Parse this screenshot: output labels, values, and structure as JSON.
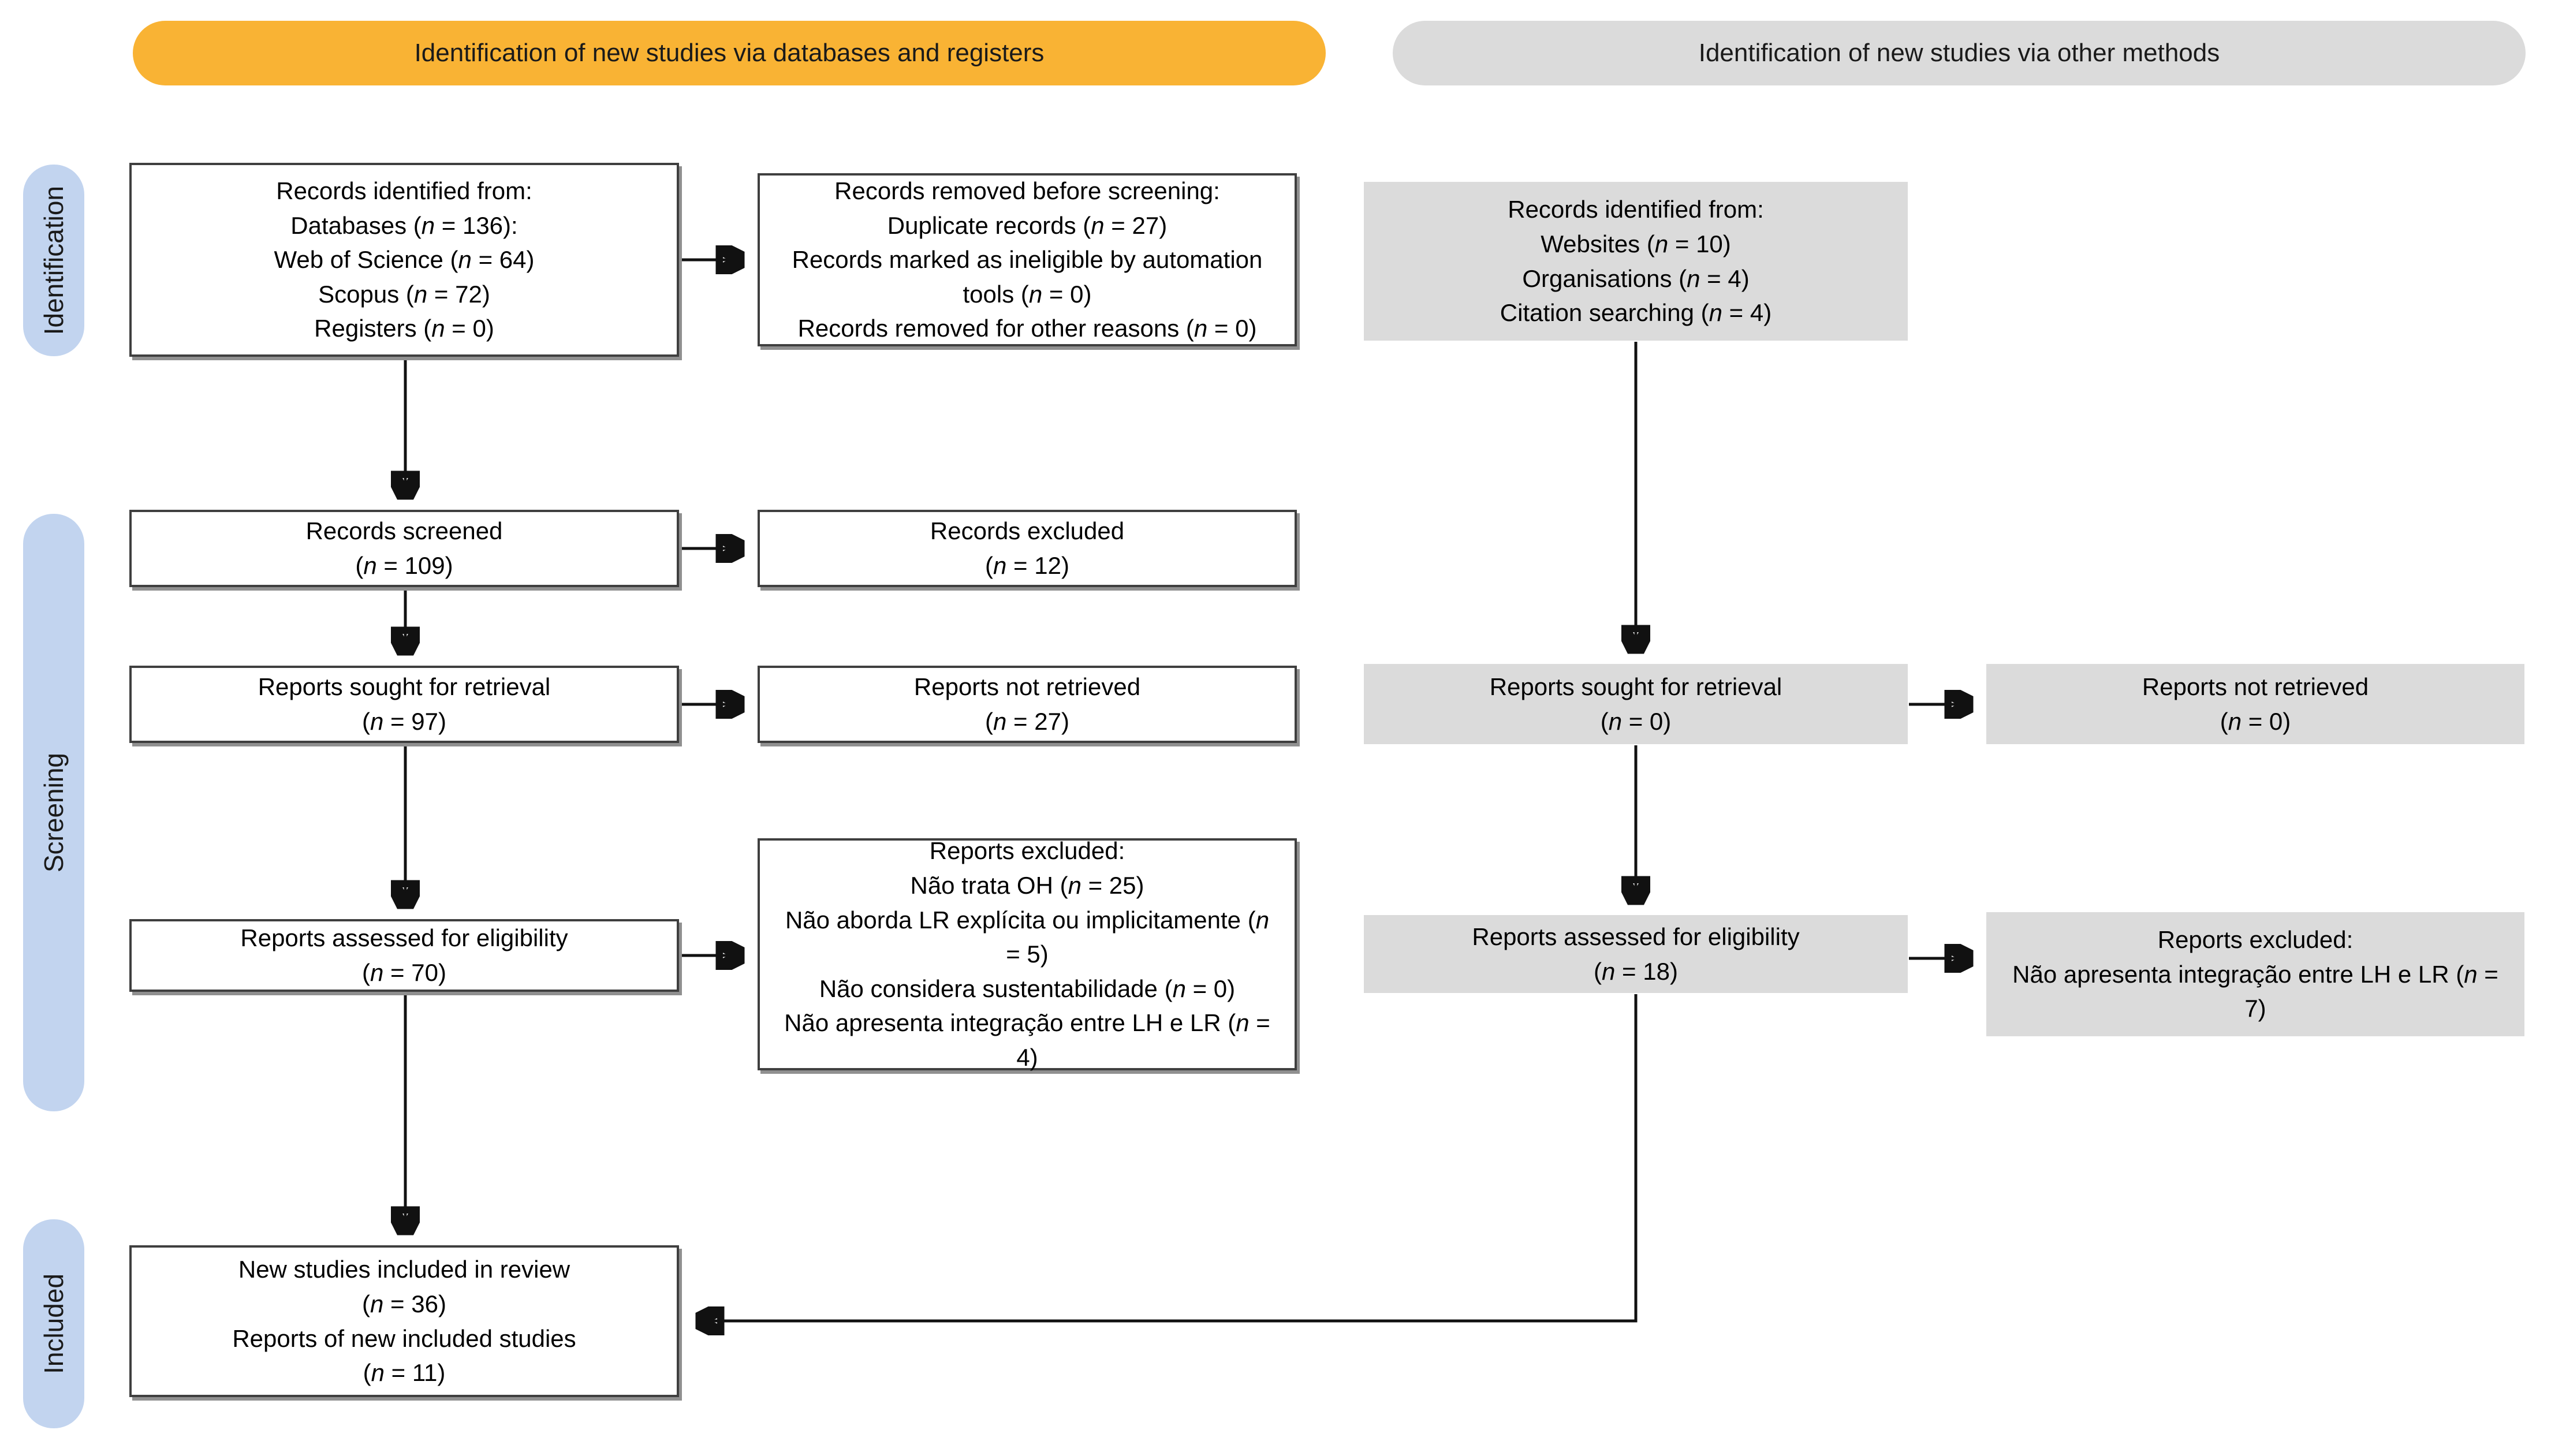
{
  "banners": {
    "databases": "Identification of new studies via databases and registers",
    "other": "Identification of new studies via other methods"
  },
  "stages": {
    "identification": "Identification",
    "screening": "Screening",
    "included": "Included"
  },
  "colors": {
    "banner_databases": "#F9B334",
    "banner_other": "#DBDBDB",
    "stage_pill": "#C2D4EF",
    "gray_box": "#DBDBDB",
    "box_border": "#3F3F3F",
    "arrow": "#111111"
  },
  "boxes": {
    "records_identified_db": {
      "lines": [
        "Records identified from:",
        "Databases (n = 136):",
        "Web of Science (n = 64)",
        "Scopus (n = 72)",
        "Registers (n = 0)"
      ]
    },
    "records_removed": {
      "lines": [
        "Records removed before screening:",
        "Duplicate records (n = 27)",
        "Records marked as ineligible by automation tools (n = 0)",
        "Records removed for other reasons (n = 0)"
      ]
    },
    "records_screened": {
      "lines": [
        "Records screened",
        "(n = 109)"
      ]
    },
    "records_excluded": {
      "lines": [
        "Records excluded",
        "(n = 12)"
      ]
    },
    "reports_sought_db": {
      "lines": [
        "Reports sought for retrieval",
        "(n = 97)"
      ]
    },
    "reports_not_retrieved_db": {
      "lines": [
        "Reports not retrieved",
        "(n = 27)"
      ]
    },
    "reports_assessed_db": {
      "lines": [
        "Reports assessed for eligibility",
        "(n = 70)"
      ]
    },
    "reports_excluded_db": {
      "lines": [
        "Reports excluded:",
        "Não trata OH (n = 25)",
        "Não aborda LR explícita ou implicitamente (n = 5)",
        "Não considera sustentabilidade (n = 0)",
        "Não apresenta integração entre LH e LR (n = 4)"
      ]
    },
    "records_identified_other": {
      "lines": [
        "Records identified from:",
        "Websites (n = 10)",
        "Organisations (n = 4)",
        "Citation searching (n = 4)"
      ]
    },
    "reports_sought_other": {
      "lines": [
        "Reports sought for retrieval",
        "(n = 0)"
      ]
    },
    "reports_not_retrieved_other": {
      "lines": [
        "Reports not retrieved",
        "(n = 0)"
      ]
    },
    "reports_assessed_other": {
      "lines": [
        "Reports assessed for eligibility",
        "(n = 18)"
      ]
    },
    "reports_excluded_other": {
      "lines": [
        "Reports excluded:",
        "Não apresenta integração entre LH e LR (n = 7)"
      ]
    },
    "new_studies_included": {
      "lines": [
        "New studies included in review",
        "(n = 36)",
        "Reports of new included studies",
        "(n = 11)"
      ]
    }
  }
}
